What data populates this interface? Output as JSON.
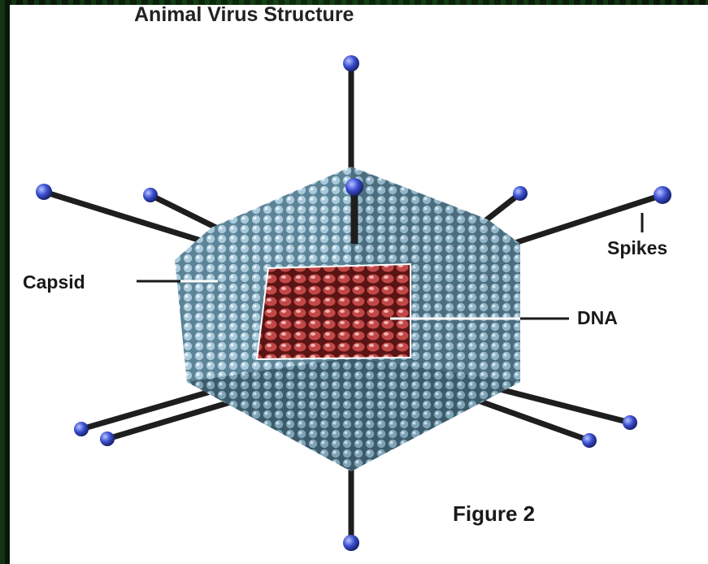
{
  "title": "Animal Virus Structure",
  "labels": {
    "capsid": "Capsid",
    "dna": "DNA",
    "spikes": "Spikes",
    "figure": "Figure 2"
  },
  "colors": {
    "capsid": "#8fb6c8",
    "capsid_dark": "#4f7487",
    "dna": "#b23a3a",
    "spike_stalk": "#1e1e1e",
    "spike_tip": "#3a4fd0",
    "background_stripe": "#2a7a2a"
  }
}
